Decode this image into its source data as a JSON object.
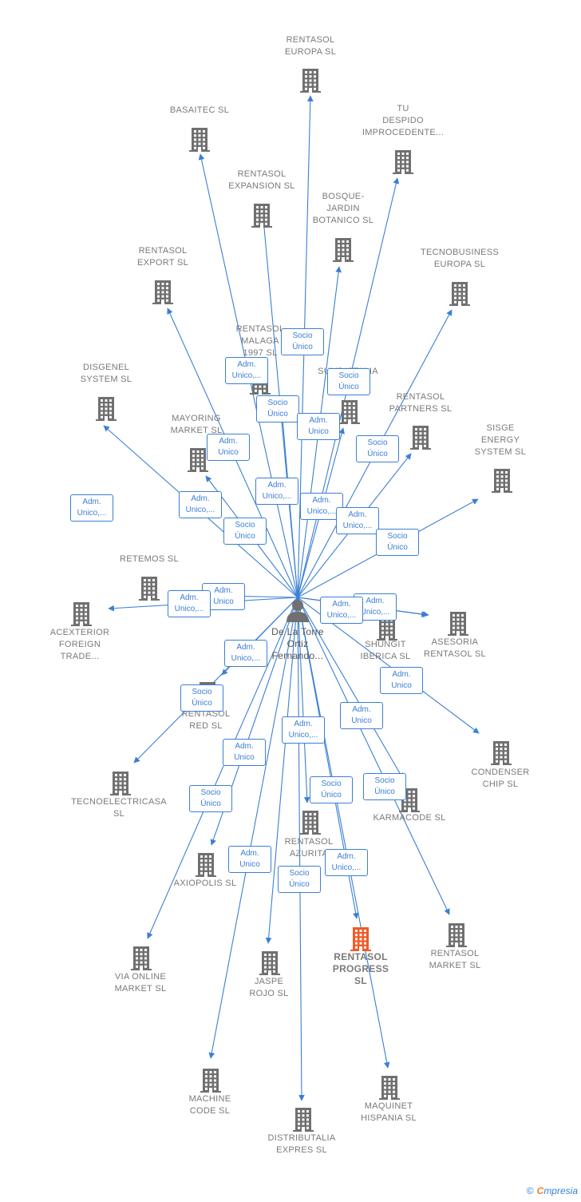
{
  "colors": {
    "edge": "#3b7fd4",
    "building": "#707070",
    "building_focus": "#f05a28",
    "person": "#707070"
  },
  "icons": {
    "company": "building-icon",
    "person": "person-icon"
  },
  "center": {
    "id": "p",
    "label": "De La Torre\nOrtiz\nFernando..."
  },
  "companies": [
    {
      "id": "c1",
      "label": "RENTASOL\nEUROPA  SL"
    },
    {
      "id": "c2",
      "label": "BASAITEC  SL"
    },
    {
      "id": "c3",
      "label": "TU\nDESPIDO\nIMPROCEDENTE..."
    },
    {
      "id": "c4",
      "label": "RENTASOL\nEXPANSION  SL"
    },
    {
      "id": "c5",
      "label": "BOSQUE-\nJARDIN\nBOTANICO SL"
    },
    {
      "id": "c6",
      "label": "RENTASOL\nEXPORT  SL"
    },
    {
      "id": "c7",
      "label": "TECNOBUSINESS\nEUROPA SL"
    },
    {
      "id": "c8",
      "label": "RENTASOL\nMALAGA\n1997  SL"
    },
    {
      "id": "c9",
      "label": "SUMDISTALIA"
    },
    {
      "id": "c10",
      "label": "DISGENEL\nSYSTEM  SL"
    },
    {
      "id": "c11",
      "label": "RENTASOL\nPARTNERS  SL"
    },
    {
      "id": "c12",
      "label": "MAYORING\nMARKET  SL"
    },
    {
      "id": "c13",
      "label": "SISGE\nENERGY\nSYSTEM  SL"
    },
    {
      "id": "c14",
      "label": "RETEMOS  SL"
    },
    {
      "id": "c15",
      "label": "ACEXTERIOR\nFOREIGN\nTRADE..."
    },
    {
      "id": "c16",
      "label": "SHUNGIT\nIBERICA  SL"
    },
    {
      "id": "c17",
      "label": "ASESORIA\nRENTASOL SL"
    },
    {
      "id": "c18",
      "label": "RENTASOL\nRED  SL"
    },
    {
      "id": "c19",
      "label": "CONDENSER\nCHIP SL"
    },
    {
      "id": "c20",
      "label": "TECNOELECTRICASA SL"
    },
    {
      "id": "c21",
      "label": "KARMACODE SL"
    },
    {
      "id": "c22",
      "label": "RENTASOL\nAZURITA"
    },
    {
      "id": "c23",
      "label": "AXIOPOLIS SL"
    },
    {
      "id": "c24",
      "label": "RENTASOL\nPROGRESS\nSL",
      "focus": true
    },
    {
      "id": "c25",
      "label": "RENTASOL\nMARKET  SL"
    },
    {
      "id": "c26",
      "label": "VIA ONLINE\nMARKET SL"
    },
    {
      "id": "c27",
      "label": "JASPE\nROJO  SL"
    },
    {
      "id": "c28",
      "label": "MACHINE\nCODE SL"
    },
    {
      "id": "c29",
      "label": "MAQUINET\nHISPANIA  SL"
    },
    {
      "id": "c30",
      "label": "DISTRIBUTALIA\nEXPRES  SL"
    }
  ],
  "roles": [
    "Socio\nÚnico",
    "Adm.\nUnico,...",
    "Socio\nÚnico",
    "Socio\nÚnico",
    "Adm.\nUnico",
    "Adm.\nUnico",
    "Socio\nÚnico",
    "Adm.\nUnico,...",
    "Adm.\nUnico,...",
    "Adm.\nUnico,...",
    "Adm.\nUnico,...",
    "Socio\nÚnico",
    "Adm.\nUnico,...",
    "Socio\nÚnico",
    "Adm.\nUnico",
    "Adm.\nUnico,...",
    "Adm.\nUnico,...",
    "Adm.\nUnico,...",
    "Adm.\nUnico,...",
    "Socio\nÚnico",
    "Adm.\nUnico",
    "Adm.\nUnico",
    "Adm.\nUnico",
    "Socio\nÚnico",
    "Adm.\nUnico,...",
    "Socio\nÚnico",
    "Socio\nÚnico",
    "Adm.\nUnico",
    "Adm.\nUnico,...",
    "Socio\nÚnico"
  ],
  "brand": {
    "copyright": "©",
    "initial": "C",
    "rest": "mpresia"
  }
}
